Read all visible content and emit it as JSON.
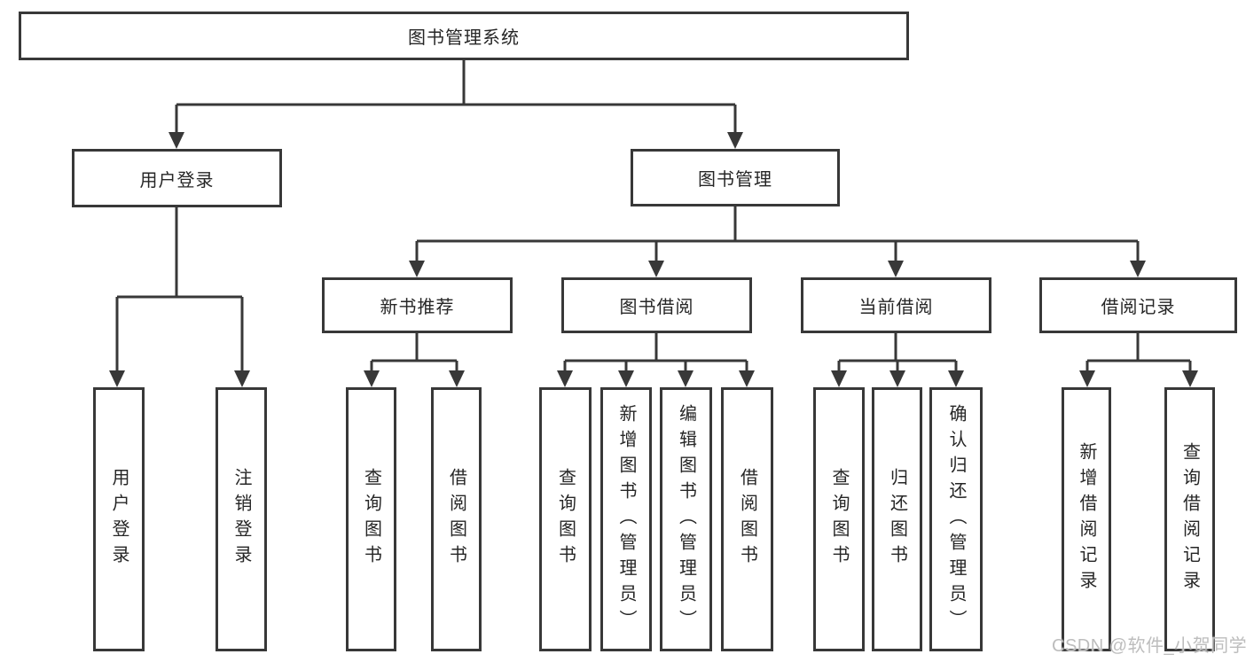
{
  "diagram": {
    "title": "图书管理系统",
    "type": "hierarchy-tree",
    "watermark": "CSDN @软件_小贺同学",
    "colors": {
      "line": "#383838",
      "box_border": "#383838",
      "text": "#262626",
      "background": "#ffffff",
      "watermark": "#bdbdbd"
    },
    "nodes": [
      {
        "id": "root",
        "label": "图书管理系统"
      },
      {
        "id": "user-login",
        "label": "用户登录"
      },
      {
        "id": "book-management",
        "label": "图书管理"
      },
      {
        "id": "new-book-recommend",
        "label": "新书推荐"
      },
      {
        "id": "book-borrowing",
        "label": "图书借阅"
      },
      {
        "id": "current-borrowing",
        "label": "当前借阅"
      },
      {
        "id": "borrowing-records",
        "label": "借阅记录"
      },
      {
        "id": "user-login-leaf",
        "label": "用户登录"
      },
      {
        "id": "logout-leaf",
        "label": "注销登录"
      },
      {
        "id": "query-books-a",
        "label": "查询图书"
      },
      {
        "id": "borrow-books-a",
        "label": "借阅图书"
      },
      {
        "id": "query-books-b",
        "label": "查询图书"
      },
      {
        "id": "add-books-admin",
        "label": "新增图书（管理员）"
      },
      {
        "id": "edit-books-admin",
        "label": "编辑图书（管理员）"
      },
      {
        "id": "borrow-books-b",
        "label": "借阅图书"
      },
      {
        "id": "query-books-c",
        "label": "查询图书"
      },
      {
        "id": "return-books",
        "label": "归还图书"
      },
      {
        "id": "confirm-return-admin",
        "label": "确认归还（管理员）"
      },
      {
        "id": "add-borrow-record",
        "label": "新增借阅记录"
      },
      {
        "id": "query-borrow-record",
        "label": "查询借阅记录"
      }
    ],
    "structure": {
      "root": [
        "user-login",
        "book-management"
      ],
      "user-login": [
        "user-login-leaf",
        "logout-leaf"
      ],
      "book-management": [
        "new-book-recommend",
        "book-borrowing",
        "current-borrowing",
        "borrowing-records"
      ],
      "new-book-recommend": [
        "query-books-a",
        "borrow-books-a"
      ],
      "book-borrowing": [
        "query-books-b",
        "add-books-admin",
        "edit-books-admin",
        "borrow-books-b"
      ],
      "current-borrowing": [
        "query-books-c",
        "return-books",
        "confirm-return-admin"
      ],
      "borrowing-records": [
        "add-borrow-record",
        "query-borrow-record"
      ]
    }
  }
}
